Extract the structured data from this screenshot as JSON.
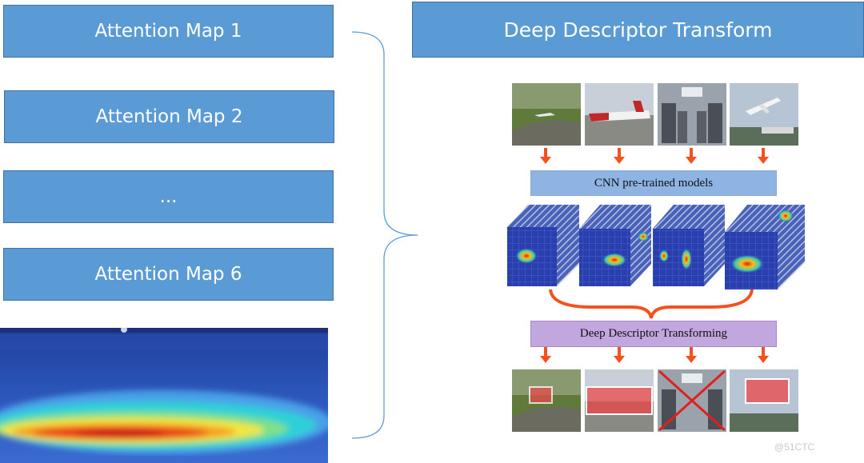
{
  "attention_maps": [
    {
      "label": "Attention Map 1"
    },
    {
      "label": "Attention Map 2"
    },
    {
      "label": "..."
    },
    {
      "label": "Attention Map 6"
    }
  ],
  "transform_title": "Deep Descriptor Transform",
  "pipeline": {
    "cnn_label": "CNN pre-trained models",
    "ddt_label": "Deep Descriptor Transforming"
  },
  "colors": {
    "box_fill": "#5b9bd5",
    "arrow": "#f4511e",
    "cnn_bar": "#8eb4e3",
    "ddt_bar": "#c2a6de"
  },
  "watermark": "@51CTC"
}
